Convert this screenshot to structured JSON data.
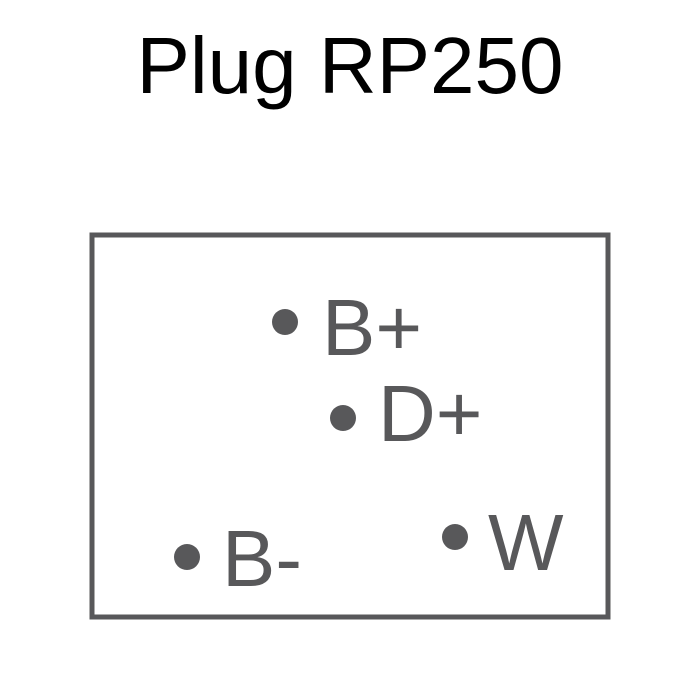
{
  "title": "Plug RP250",
  "colors": {
    "outline": "#58585a",
    "pin": "#58585a",
    "label": "#58585a",
    "title": "#000000"
  },
  "pins": [
    {
      "id": "b-plus",
      "label": "B+"
    },
    {
      "id": "d-plus",
      "label": "D+"
    },
    {
      "id": "w",
      "label": "W"
    },
    {
      "id": "b-minus",
      "label": "B-"
    }
  ]
}
